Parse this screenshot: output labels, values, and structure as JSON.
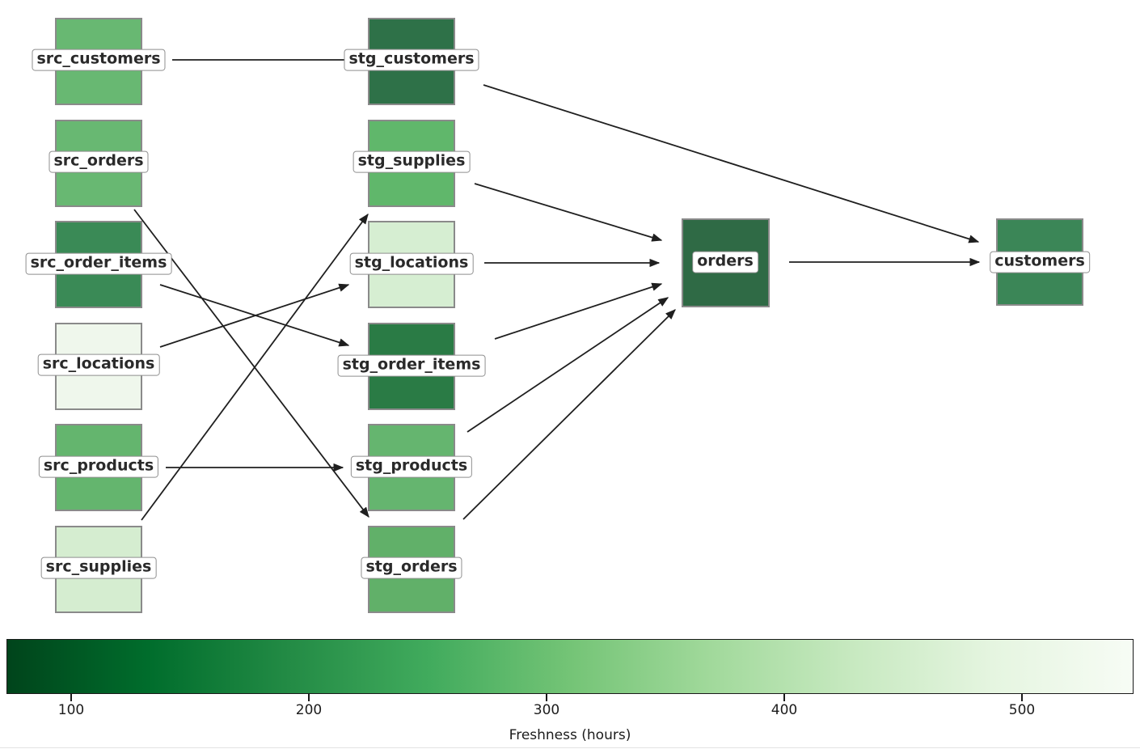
{
  "figure": {
    "background": "#ffffff",
    "edge_color": "#1f1f1f",
    "node_border_color": "#8a8a8a",
    "label_text_color": "#2a2a2a"
  },
  "nodes": {
    "src_customers": {
      "label": "src_customers",
      "color": "#68b872"
    },
    "src_orders": {
      "label": "src_orders",
      "color": "#68b872"
    },
    "src_order_items": {
      "label": "src_order_items",
      "color": "#3a8a56"
    },
    "src_locations": {
      "label": "src_locations",
      "color": "#eff7ec"
    },
    "src_products": {
      "label": "src_products",
      "color": "#64b56e"
    },
    "src_supplies": {
      "label": "src_supplies",
      "color": "#d5edd0"
    },
    "stg_customers": {
      "label": "stg_customers",
      "color": "#2e7148"
    },
    "stg_supplies": {
      "label": "stg_supplies",
      "color": "#60b76b"
    },
    "stg_locations": {
      "label": "stg_locations",
      "color": "#d6eed2"
    },
    "stg_order_items": {
      "label": "stg_order_items",
      "color": "#2a7b45"
    },
    "stg_products": {
      "label": "stg_products",
      "color": "#65b56f"
    },
    "stg_orders": {
      "label": "stg_orders",
      "color": "#61b069"
    },
    "orders": {
      "label": "orders",
      "color": "#2f6a45"
    },
    "customers": {
      "label": "customers",
      "color": "#3b8657"
    }
  },
  "edges": [
    {
      "from": "src_customers",
      "to": "stg_customers"
    },
    {
      "from": "src_orders",
      "to": "stg_orders"
    },
    {
      "from": "src_order_items",
      "to": "stg_order_items"
    },
    {
      "from": "src_locations",
      "to": "stg_locations"
    },
    {
      "from": "src_products",
      "to": "stg_products"
    },
    {
      "from": "src_supplies",
      "to": "stg_supplies"
    },
    {
      "from": "stg_customers",
      "to": "customers"
    },
    {
      "from": "stg_supplies",
      "to": "orders"
    },
    {
      "from": "stg_locations",
      "to": "orders"
    },
    {
      "from": "stg_order_items",
      "to": "orders"
    },
    {
      "from": "stg_products",
      "to": "orders"
    },
    {
      "from": "stg_orders",
      "to": "orders"
    },
    {
      "from": "orders",
      "to": "customers"
    }
  ],
  "colorbar": {
    "label": "Freshness (hours)",
    "ticks": [
      "100",
      "200",
      "300",
      "400",
      "500"
    ],
    "gradient": [
      "#00441b",
      "#006d2c",
      "#238b45",
      "#41ab5d",
      "#74c476",
      "#a1d99b",
      "#c7e9c0",
      "#e5f5e0",
      "#f7fcf5"
    ],
    "outline_color": "#1a1a1a"
  }
}
